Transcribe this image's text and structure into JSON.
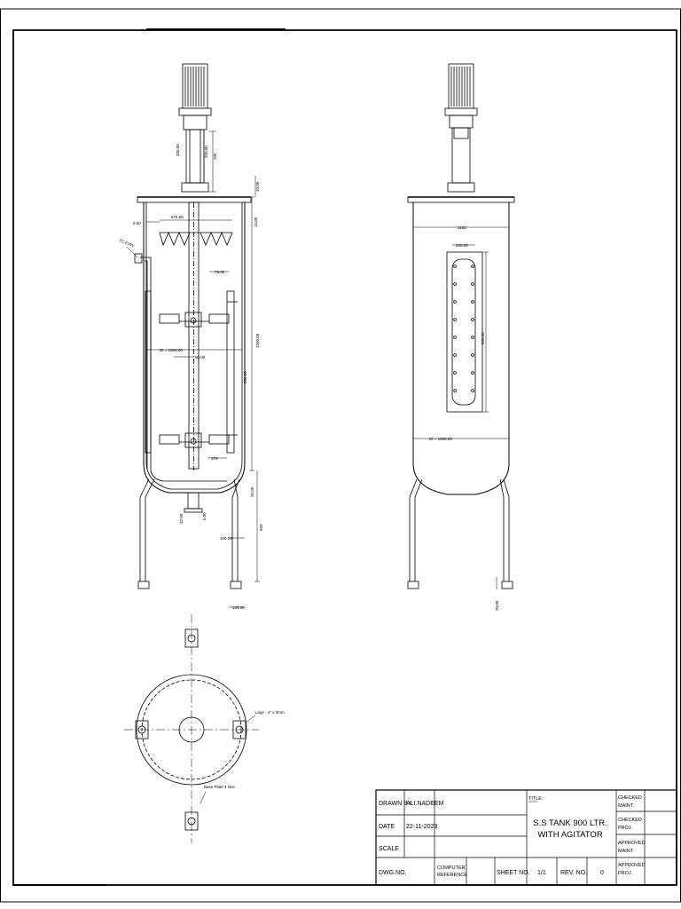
{
  "views": {
    "front": {
      "labels": {
        "tc_entry": "TC Entry",
        "d_inner": "ID = 1000.00",
        "w_top": "675.50",
        "flange": "8.00",
        "blade_top": "75.00",
        "shaft_d": "50.00",
        "blade_bot": "175",
        "h_total": "1500.00",
        "h_inner": "850.00",
        "h_top": "15.00",
        "h_flange": "10.00",
        "h_bottom": "25.00",
        "leg_h": "650",
        "leg_off": "100.00",
        "leg_w": "125.00",
        "outlet_d": "32.00",
        "outlet_h": "6.00",
        "motor_a": "200.00",
        "motor_b": "200.00",
        "motor_c": "100"
      }
    },
    "side": {
      "labels": {
        "w_top": "1183",
        "sg_w": "200.00",
        "sg_h": "600.00",
        "d_inner": "ID = 1000.00",
        "foot": "20.00"
      }
    },
    "plan": {
      "labels": {
        "legs": "Legs - 4\" x 3mm",
        "base": "Base Plate\n4 Nos"
      }
    }
  },
  "title_block": {
    "drawn_by_label": "DRAWN BY.",
    "drawn_by_value": "ALI.NADEEM",
    "date_label": "DATE",
    "date_value": "22-11-2023",
    "scale_label": "SCALE",
    "dwg_no_label": "DWG.NO.",
    "computer_ref_label_1": "COMPUTER",
    "computer_ref_label_2": "REFERENCE",
    "sheet_no_label": "SHEET NO.",
    "sheet_no_value": "1/1",
    "rev_no_label": "REV. NO.",
    "rev_no_value": "0",
    "title_label": "TITLE:",
    "title_line1": "S.S TANK 900 LTR.",
    "title_line2": "WITH AGITATOR",
    "checked_maint_1": "CHECKED",
    "checked_maint_2": "MAINT.",
    "checked_proj_1": "CHECKED",
    "checked_proj_2": "PROJ.",
    "approved_maint_1": "APPROVED",
    "approved_maint_2": "MAINT.",
    "approved_proj_1": "APPROVED",
    "approved_proj_2": "PROJ."
  }
}
